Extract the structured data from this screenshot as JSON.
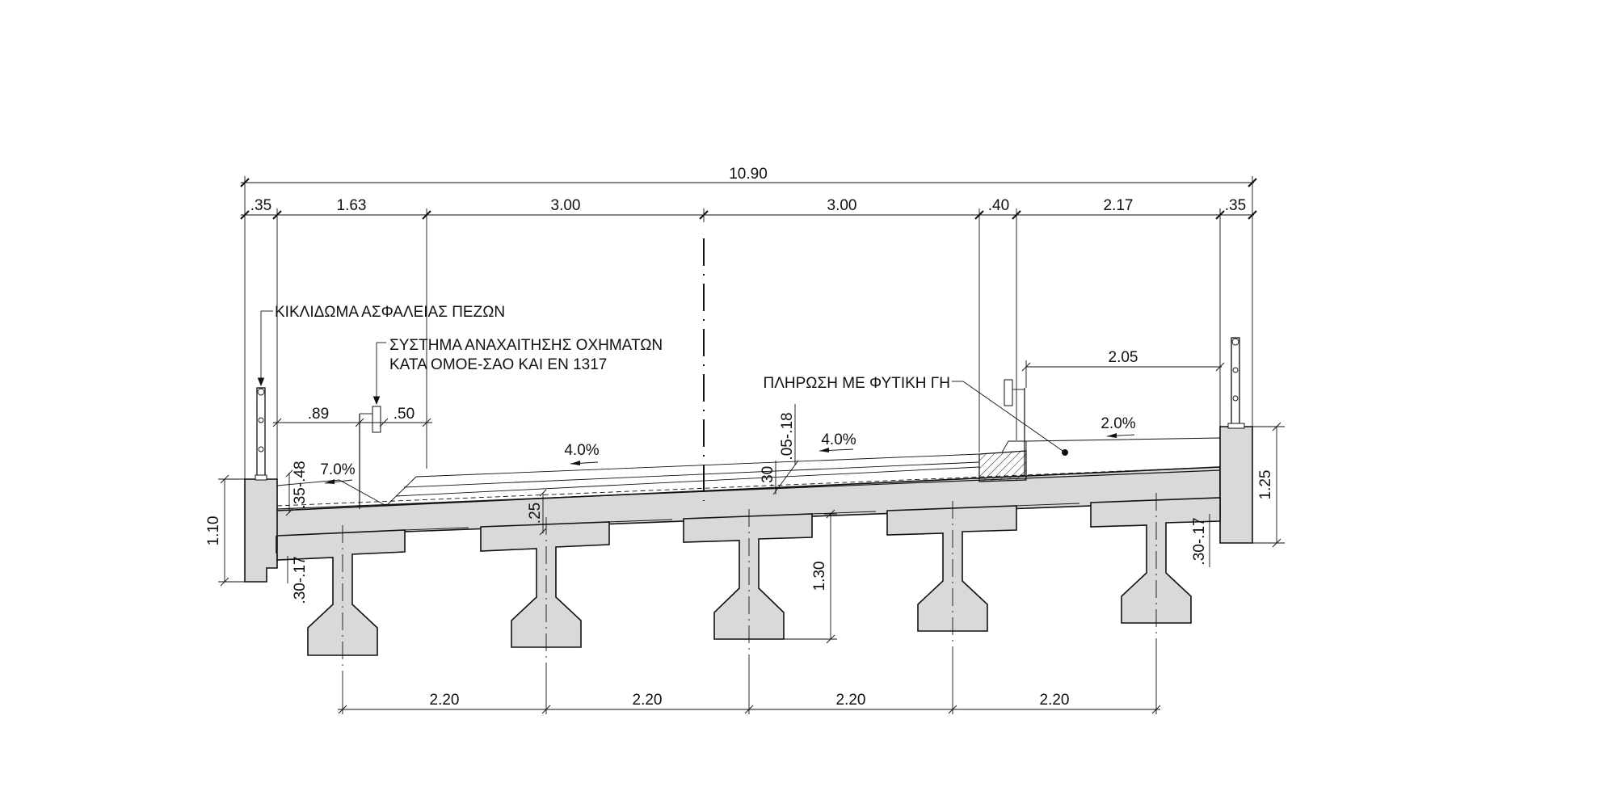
{
  "dimensions": {
    "overall_width": "10.90",
    "edge_left": ".35",
    "sidewalk_left": "1.63",
    "lane_left": "3.00",
    "lane_right": "3.00",
    "median_curb": ".40",
    "sidewalk_right": "2.17",
    "edge_right": ".35",
    "rail_offset_left": ".89",
    "barrier_width": ".50",
    "planted_width": "2.05",
    "edge_height_left": "1.10",
    "edge_height_right": "1.25",
    "beam_height": "1.30",
    "slab_thickness": ".25",
    "surfacing_thickness": ".05-.18",
    "surfacing_depth": ".30",
    "sidewalk_depth_left": ".35-.48",
    "cantilever_left": ".30-.17",
    "cantilever_right": ".30-.17",
    "beam_spacing": [
      "2.20",
      "2.20",
      "2.20",
      "2.20"
    ]
  },
  "slopes": {
    "sidewalk_left": "7.0%",
    "lane_left": "4.0%",
    "lane_right": "4.0%",
    "planted": "2.0%"
  },
  "notes": {
    "pedestrian_railing": "ΚΙΚΛΙΔΩΜΑ ΑΣΦΑΛΕΙΑΣ ΠΕΖΩΝ",
    "vehicle_restraint_line1": "ΣΥΣΤΗΜΑ ΑΝΑΧΑΙΤΗΣΗΣ ΟΧΗΜΑΤΩΝ",
    "vehicle_restraint_line2": "ΚΑΤΑ ΟΜΟΕ-ΣΑΟ ΚΑΙ ΕΝ 1317",
    "planted_fill": "ΠΛΗΡΩΣΗ ΜΕ ΦΥΤΙΚΗ ΓΗ"
  },
  "colors": {
    "concrete_fill": "#d9d9d9",
    "line": "#111111"
  }
}
